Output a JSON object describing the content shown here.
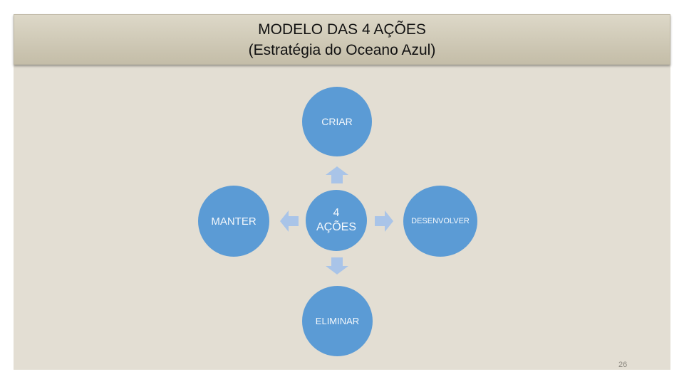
{
  "title": {
    "line1": "MODELO DAS 4 AÇÕES",
    "line2": "(Estratégia do Oceano Azul)"
  },
  "diagram": {
    "center": {
      "line1": "4",
      "line2": "AÇÕES"
    },
    "nodes": {
      "top": "CRIAR",
      "left": "MANTER",
      "right": "DESENVOLVER",
      "bottom": "ELIMINAR"
    }
  },
  "page_number": "26",
  "colors": {
    "circle": "#5b9bd5",
    "arrow": "#a9c4e8",
    "background": "#e3ded3",
    "title_bar": "#cfc9b6"
  }
}
